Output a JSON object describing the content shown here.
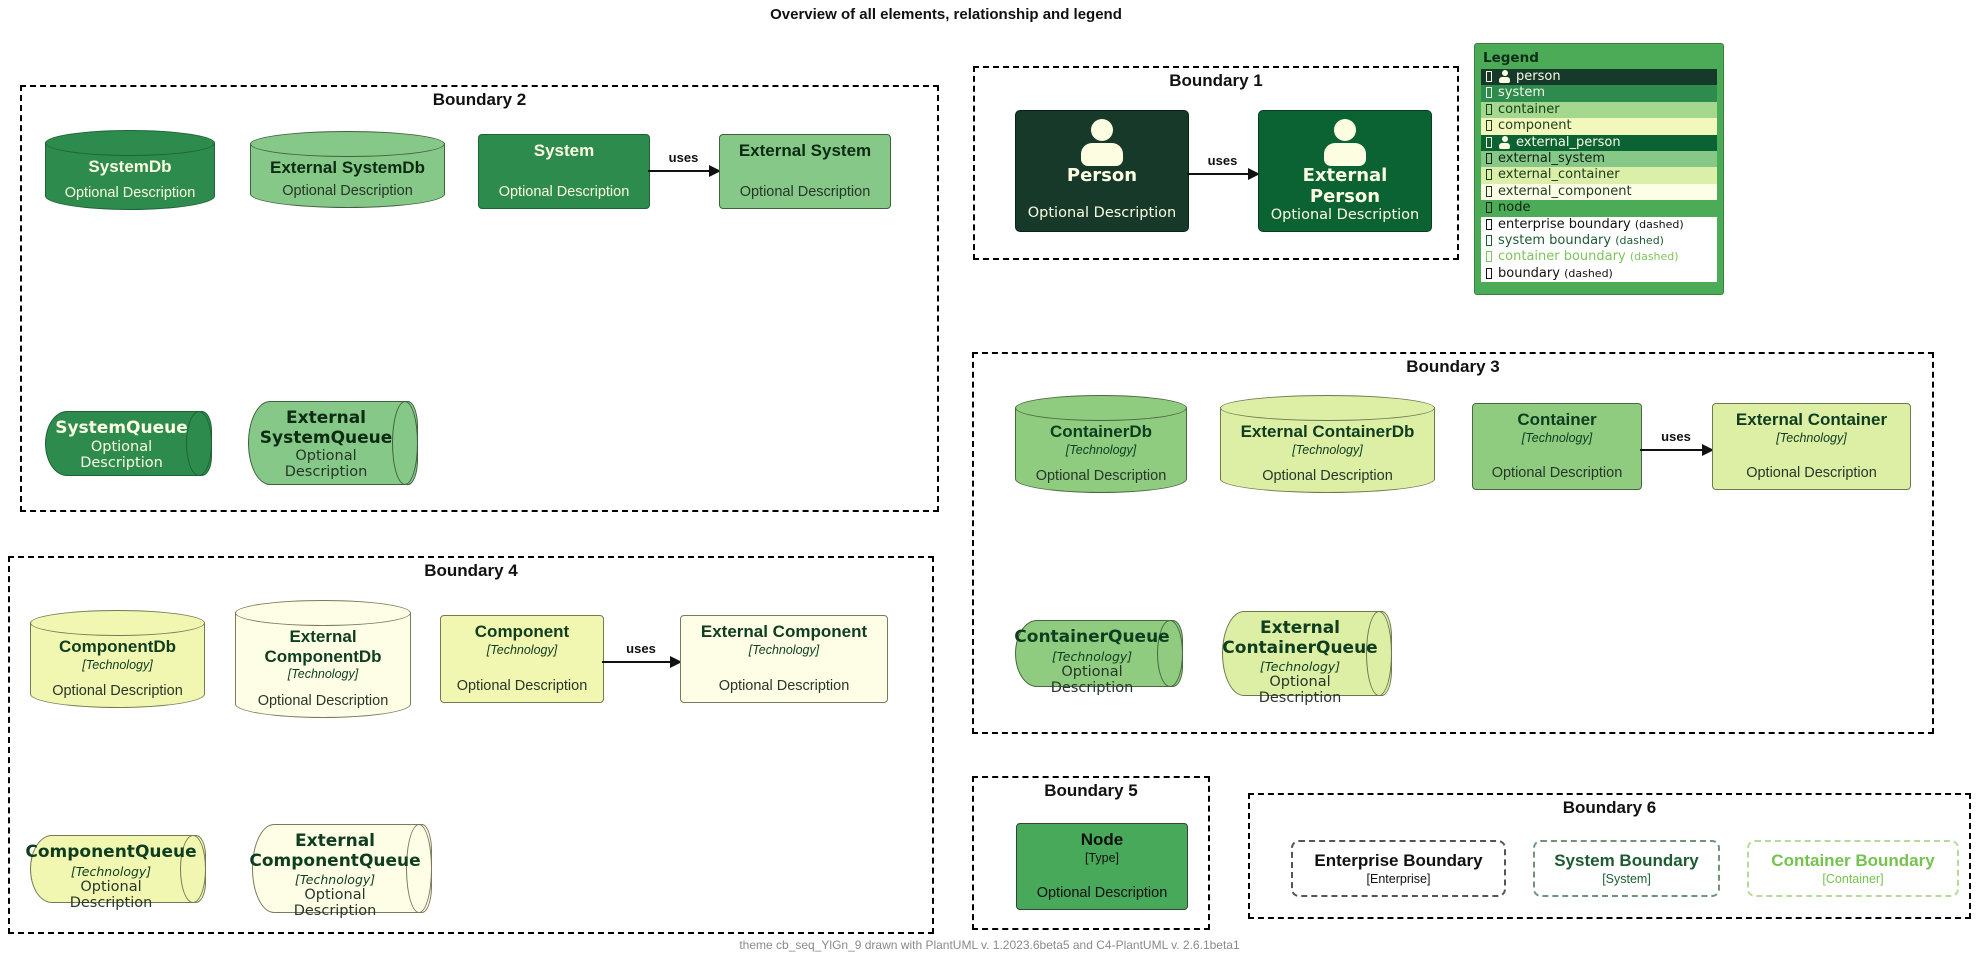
{
  "title": "Overview of all elements, relationship and legend",
  "footer": "theme cb_seq_YlGn_9 drawn with PlantUML v. 1.2023.6beta5 and C4-PlantUML v. 2.6.1beta1",
  "relationships": [
    {
      "label": "uses"
    },
    {
      "label": "uses"
    },
    {
      "label": "uses"
    },
    {
      "label": "uses"
    }
  ],
  "boundaries": {
    "b1": {
      "label": "Boundary 1"
    },
    "b2": {
      "label": "Boundary 2"
    },
    "b3": {
      "label": "Boundary 3"
    },
    "b4": {
      "label": "Boundary 4"
    },
    "b5": {
      "label": "Boundary 5"
    },
    "b6": {
      "label": "Boundary 6"
    }
  },
  "elements": {
    "systemdb": {
      "title": "SystemDb",
      "desc": "Optional Description"
    },
    "ext_systemdb": {
      "title": "External SystemDb",
      "desc": "Optional Description"
    },
    "system": {
      "title": "System",
      "desc": "Optional Description"
    },
    "ext_system": {
      "title": "External System",
      "desc": "Optional Description"
    },
    "systemqueue": {
      "title": "SystemQueue",
      "desc": "Optional Description"
    },
    "ext_systemqueue": {
      "title": "External SystemQueue",
      "desc": "Optional Description"
    },
    "person": {
      "title": "Person",
      "desc": "Optional Description"
    },
    "ext_person": {
      "title": "External Person",
      "desc": "Optional Description"
    },
    "containerdb": {
      "title": "ContainerDb",
      "tech": "[Technology]",
      "desc": "Optional Description"
    },
    "ext_containerdb": {
      "title": "External ContainerDb",
      "tech": "[Technology]",
      "desc": "Optional Description"
    },
    "container": {
      "title": "Container",
      "tech": "[Technology]",
      "desc": "Optional Description"
    },
    "ext_container": {
      "title": "External Container",
      "tech": "[Technology]",
      "desc": "Optional Description"
    },
    "containerqueue": {
      "title": "ContainerQueue",
      "tech": "[Technology]",
      "desc": "Optional Description"
    },
    "ext_containerqueue": {
      "title": "External ContainerQueue",
      "tech": "[Technology]",
      "desc": "Optional Description"
    },
    "componentdb": {
      "title": "ComponentDb",
      "tech": "[Technology]",
      "desc": "Optional Description"
    },
    "ext_componentdb": {
      "title": "External ComponentDb",
      "tech": "[Technology]",
      "desc": "Optional Description"
    },
    "component": {
      "title": "Component",
      "tech": "[Technology]",
      "desc": "Optional Description"
    },
    "ext_component": {
      "title": "External Component",
      "tech": "[Technology]",
      "desc": "Optional Description"
    },
    "componentqueue": {
      "title": "ComponentQueue",
      "tech": "[Technology]",
      "desc": "Optional Description"
    },
    "ext_componentqueue": {
      "title": "External ComponentQueue",
      "tech": "[Technology]",
      "desc": "Optional Description"
    },
    "node": {
      "title": "Node",
      "tech": "[Type]",
      "desc": "Optional Description"
    },
    "enterprise_boundary": {
      "title": "Enterprise Boundary",
      "tech": "[Enterprise]"
    },
    "system_boundary": {
      "title": "System Boundary",
      "tech": "[System]"
    },
    "container_boundary": {
      "title": "Container Boundary",
      "tech": "[Container]"
    }
  },
  "legend": {
    "title": "Legend",
    "rows": [
      {
        "label": "person",
        "bg": "#17392A",
        "fg": "#FCFDE1",
        "person_icon": true
      },
      {
        "label": "system",
        "bg": "#2E8B4E",
        "fg": "#F0F8E3"
      },
      {
        "label": "container",
        "bg": "#A4D88E",
        "fg": "#16421c"
      },
      {
        "label": "component",
        "bg": "#F2F7BC",
        "fg": "#233f23"
      },
      {
        "label": "external_person",
        "bg": "#0B6334",
        "fg": "#FCFDE1",
        "person_icon": true
      },
      {
        "label": "external_system",
        "bg": "#85C888",
        "fg": "#122113"
      },
      {
        "label": "external_container",
        "bg": "#DCEFA8",
        "fg": "#1d3a1d"
      },
      {
        "label": "external_component",
        "bg": "#FDFEE7",
        "fg": "#1d3a1d"
      },
      {
        "label": "node",
        "bg": "#4CAB57",
        "fg": "#0f240f"
      },
      {
        "label": "enterprise boundary",
        "suffix": "(dashed)",
        "bg": "#FFFFFF",
        "fg": "#111111"
      },
      {
        "label": "system boundary",
        "suffix": "(dashed)",
        "bg": "#FFFFFF",
        "fg": "#1D5C33"
      },
      {
        "label": "container boundary",
        "suffix": "(dashed)",
        "bg": "#FFFFFF",
        "fg": "#7DC45C"
      },
      {
        "label": "boundary",
        "suffix": "(dashed)",
        "bg": "#FFFFFF",
        "fg": "#111111"
      }
    ]
  },
  "palette": {
    "person": "#17392A",
    "external_person": "#0B6334",
    "system": "#2E8B4E",
    "external_system": "#85C888",
    "container": "#8FCC80",
    "external_container": "#DCEFA4",
    "component": "#F1F7B1",
    "external_component": "#FDFEE5",
    "node": "#47A959",
    "legend_background": "#4CAB57"
  }
}
